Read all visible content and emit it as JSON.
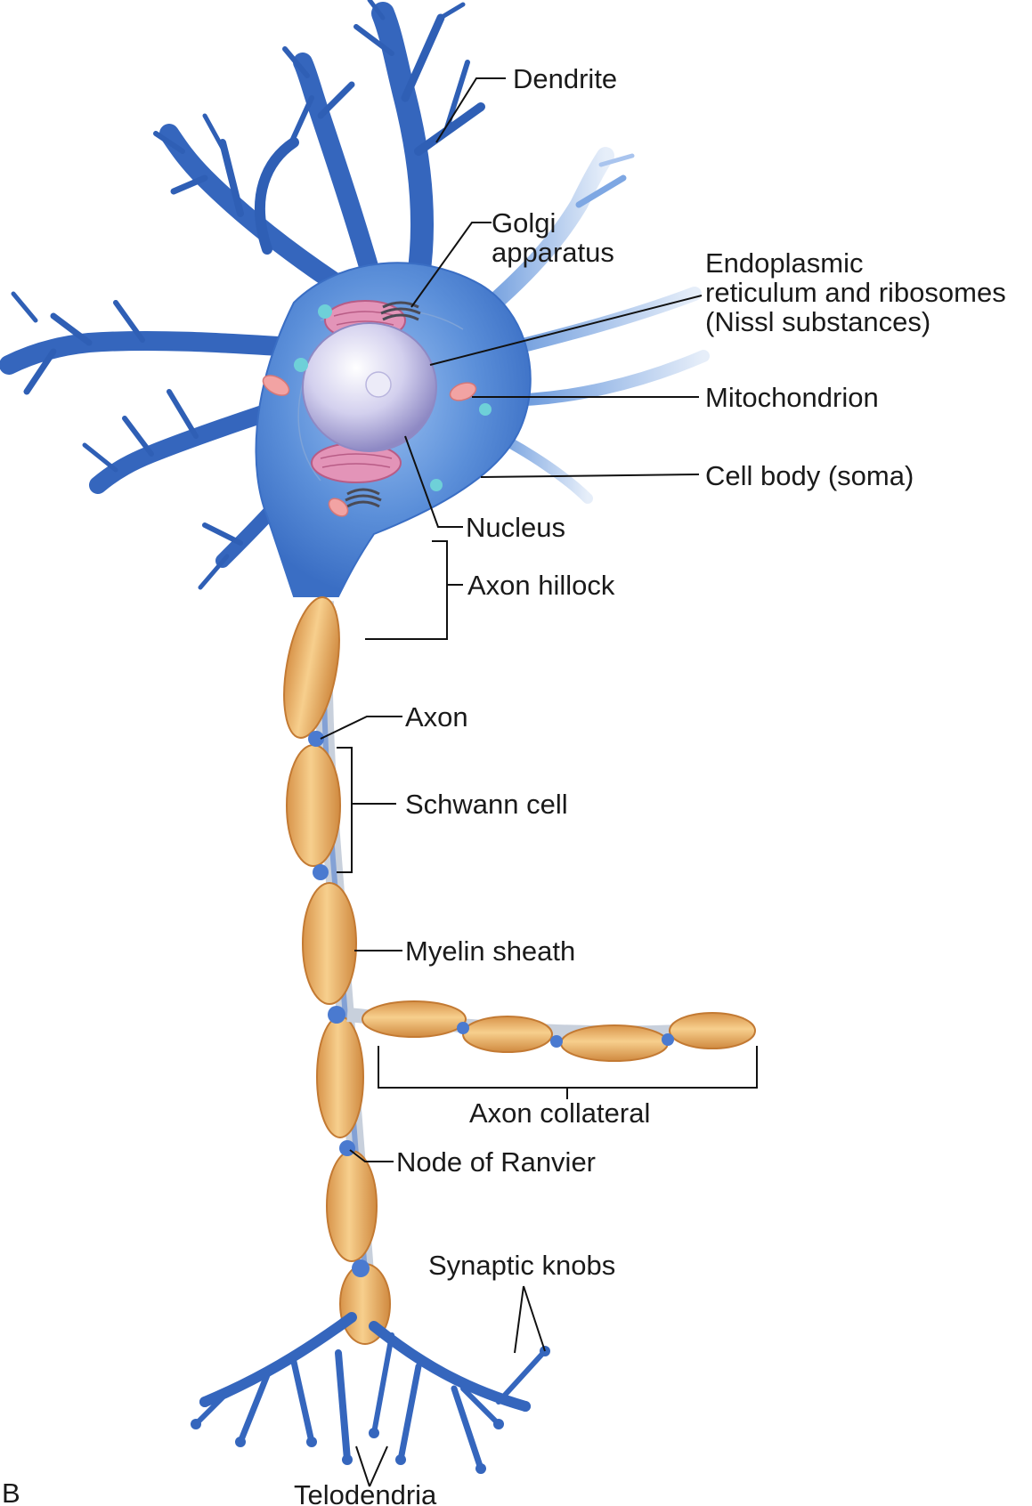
{
  "figure": {
    "panel_letter": "B",
    "labels": {
      "dendrite": "Dendrite",
      "golgi_line1": "Golgi",
      "golgi_line2": "apparatus",
      "er_line1": "Endoplasmic",
      "er_line2": "reticulum and ribosomes",
      "er_line3": "(Nissl substances)",
      "mitochondrion": "Mitochondrion",
      "cell_body": "Cell body (soma)",
      "nucleus": "Nucleus",
      "axon_hillock": "Axon hillock",
      "axon": "Axon",
      "schwann_cell": "Schwann cell",
      "myelin_sheath": "Myelin sheath",
      "axon_collateral": "Axon collateral",
      "node_of_ranvier": "Node of Ranvier",
      "synaptic_knobs": "Synaptic knobs",
      "telodendria": "Telodendria"
    }
  },
  "colors": {
    "cytoplasm": "#5b8fd9",
    "dendrite": "#2f5fb5",
    "nucleus": "#c9c6e8",
    "golgi": "#4a4a55",
    "er": "#d983a8",
    "mitochondrion": "#f0a0a0",
    "myelin": "#e6a85a",
    "axon_core": "#c8d0dc",
    "label_text": "#1a1a1a"
  }
}
